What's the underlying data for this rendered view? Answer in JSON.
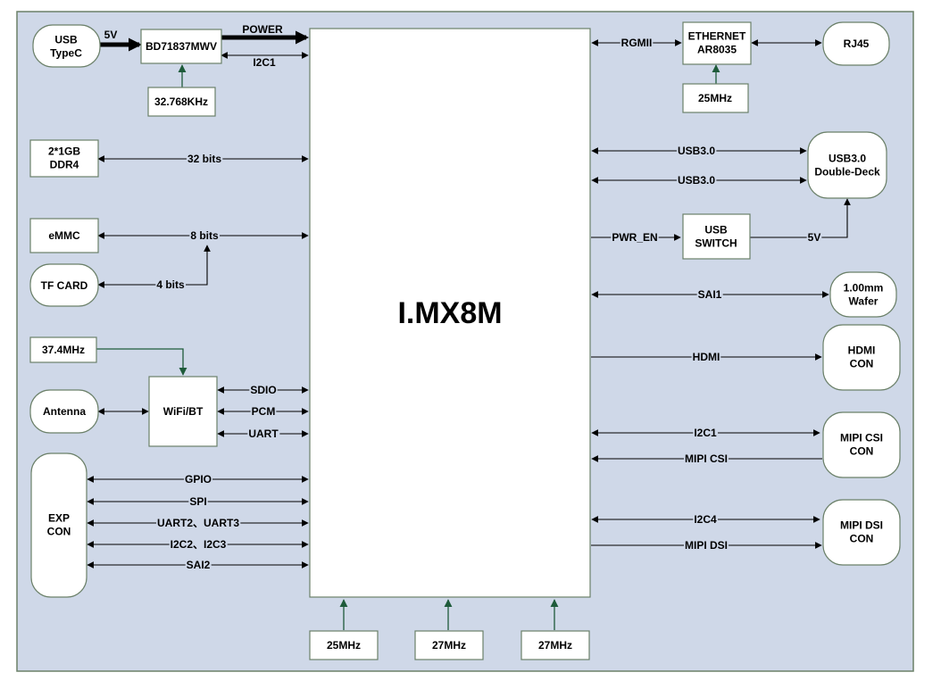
{
  "chip": "I.MX8M",
  "blocks": {
    "usb_typec": "USB\nTypeC",
    "pmic": "BD71837MWV",
    "osc_32k": "32.768KHz",
    "ethernet": "ETHERNET\nAR8035",
    "eth_osc": "25MHz",
    "rj45": "RJ45",
    "ddr": "2*1GB\nDDR4",
    "emmc": "eMMC",
    "tf_card": "TF CARD",
    "wifi_osc": "37.4MHz",
    "antenna": "Antenna",
    "wifi_bt": "WiFi/BT",
    "exp_con": "EXP\nCON",
    "usb30_deck": "USB3.0\nDouble-Deck",
    "usb_switch": "USB\nSWITCH",
    "wafer": "1.00mm\nWafer",
    "hdmi_con": "HDMI\nCON",
    "mipi_csi_con": "MIPI CSI\nCON",
    "mipi_dsi_con": "MIPI DSI\nCON",
    "osc_bottom": [
      "25MHz",
      "27MHz",
      "27MHz"
    ]
  },
  "signals": {
    "v5_in": "5V",
    "power": "POWER",
    "i2c1_pmic": "I2C1",
    "rgmii": "RGMII",
    "ddr_bus": "32 bits",
    "emmc_bus": "8 bits",
    "tf_bus": "4 bits",
    "sdio": "SDIO",
    "pcm": "PCM",
    "uart": "UART",
    "gpio": "GPIO",
    "spi": "SPI",
    "uart23": "UART2、UART3",
    "i2c23": "I2C2、I2C3",
    "sai2": "SAI2",
    "usb30_a": "USB3.0",
    "usb30_b": "USB3.0",
    "pwr_en": "PWR_EN",
    "v5_usb": "5V",
    "sai1": "SAI1",
    "hdmi": "HDMI",
    "i2c1_csi": "I2C1",
    "mipi_csi": "MIPI CSI",
    "i2c4": "I2C4",
    "mipi_dsi": "MIPI DSI"
  },
  "colors": {
    "panel": "#cfd8e8",
    "border": "#6b8069",
    "clock_arrow": "#1e5b3a"
  }
}
